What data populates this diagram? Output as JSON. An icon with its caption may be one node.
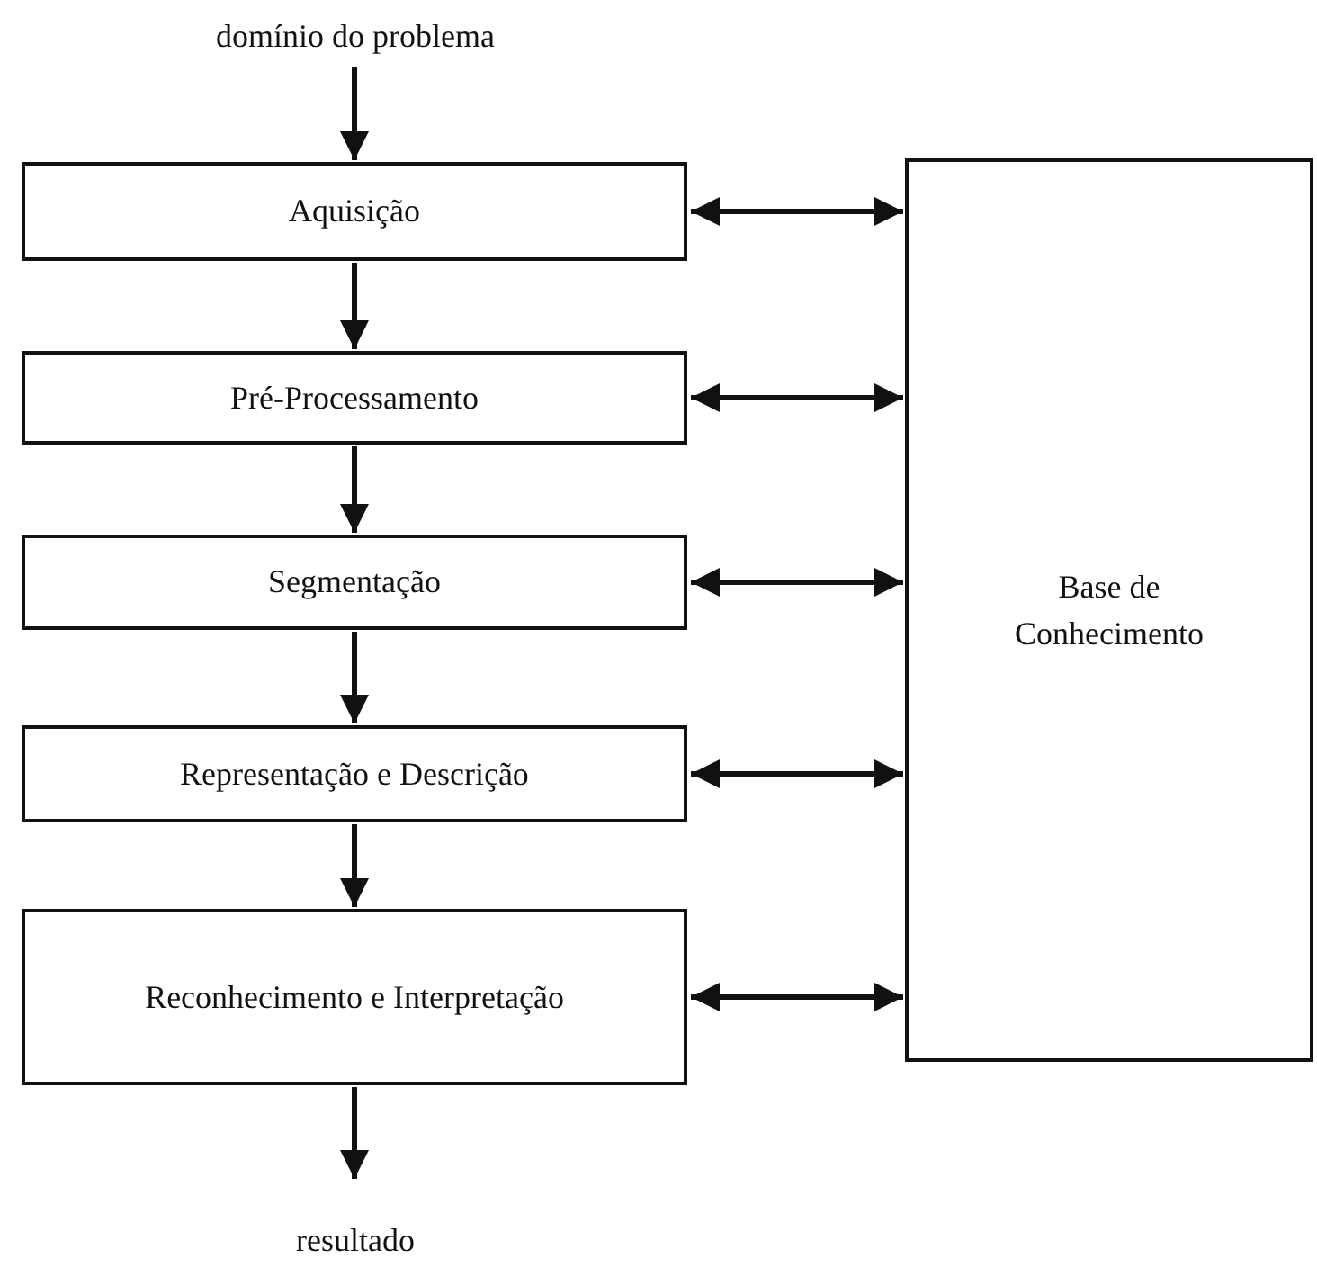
{
  "diagram": {
    "nodes": [
      {
        "text": [
          "domínio do problema"
        ]
      },
      {
        "text": [
          "Aquisição"
        ]
      },
      {
        "text": [
          "Pré-Processamento"
        ]
      },
      {
        "text": [
          "Segmentação"
        ]
      },
      {
        "text": [
          "Representação e Descrição"
        ]
      },
      {
        "text": [
          "Reconhecimento e Interpretação"
        ]
      },
      {
        "text": [
          "Base de Conhecimento"
        ]
      },
      {
        "text": [
          "resultado"
        ]
      }
    ],
    "edges": [
      {
        "from": 0,
        "to": 1,
        "arrow": "to"
      },
      {
        "from": 1,
        "to": 2,
        "arrow": "to"
      },
      {
        "from": 2,
        "to": 3,
        "arrow": "to"
      },
      {
        "from": 3,
        "to": 4,
        "arrow": "to"
      },
      {
        "from": 4,
        "to": 5,
        "arrow": "to"
      },
      {
        "from": 5,
        "to": 7,
        "arrow": "to"
      },
      {
        "from": 1,
        "to": 6,
        "arrow": "both"
      },
      {
        "from": 2,
        "to": 6,
        "arrow": "both"
      },
      {
        "from": 3,
        "to": 6,
        "arrow": "both"
      },
      {
        "from": 4,
        "to": 6,
        "arrow": "both"
      },
      {
        "from": 5,
        "to": 6,
        "arrow": "both"
      }
    ]
  }
}
